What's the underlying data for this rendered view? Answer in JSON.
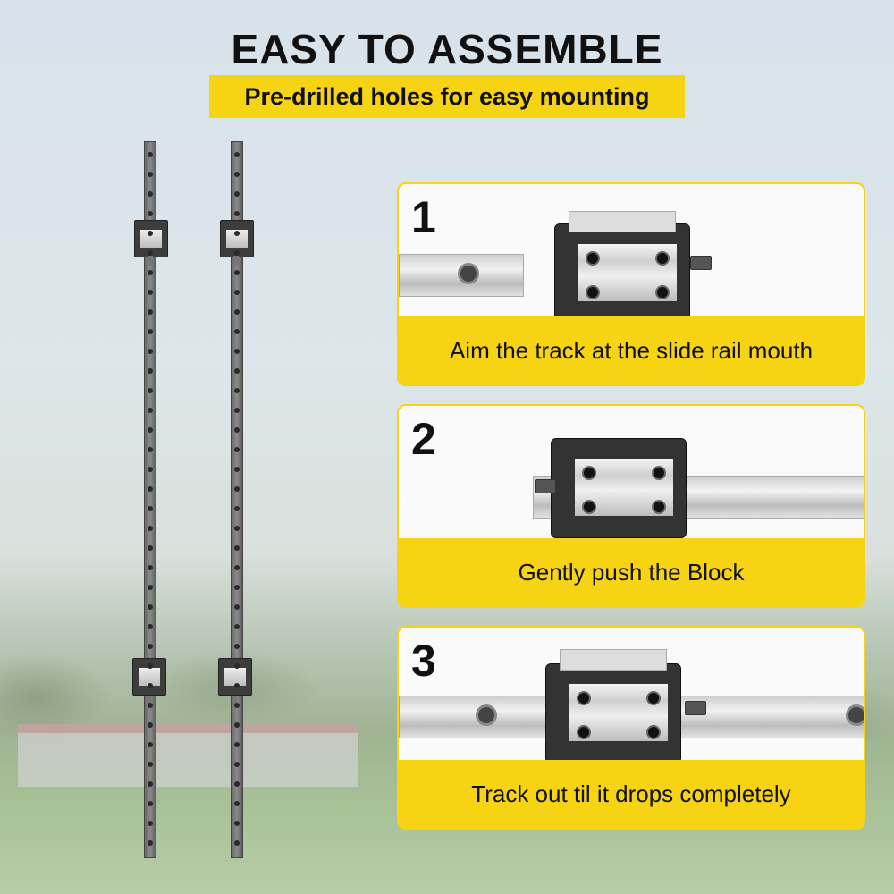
{
  "header": {
    "title": "EASY TO ASSEMBLE",
    "subtitle": "Pre-drilled holes for easy mounting"
  },
  "steps": [
    {
      "number": "1",
      "caption": "Aim the track at the slide rail mouth"
    },
    {
      "number": "2",
      "caption": "Gently push the Block"
    },
    {
      "number": "3",
      "caption": "Track out til it drops completely"
    }
  ],
  "colors": {
    "accent": "#f6d313",
    "text": "#111111"
  }
}
